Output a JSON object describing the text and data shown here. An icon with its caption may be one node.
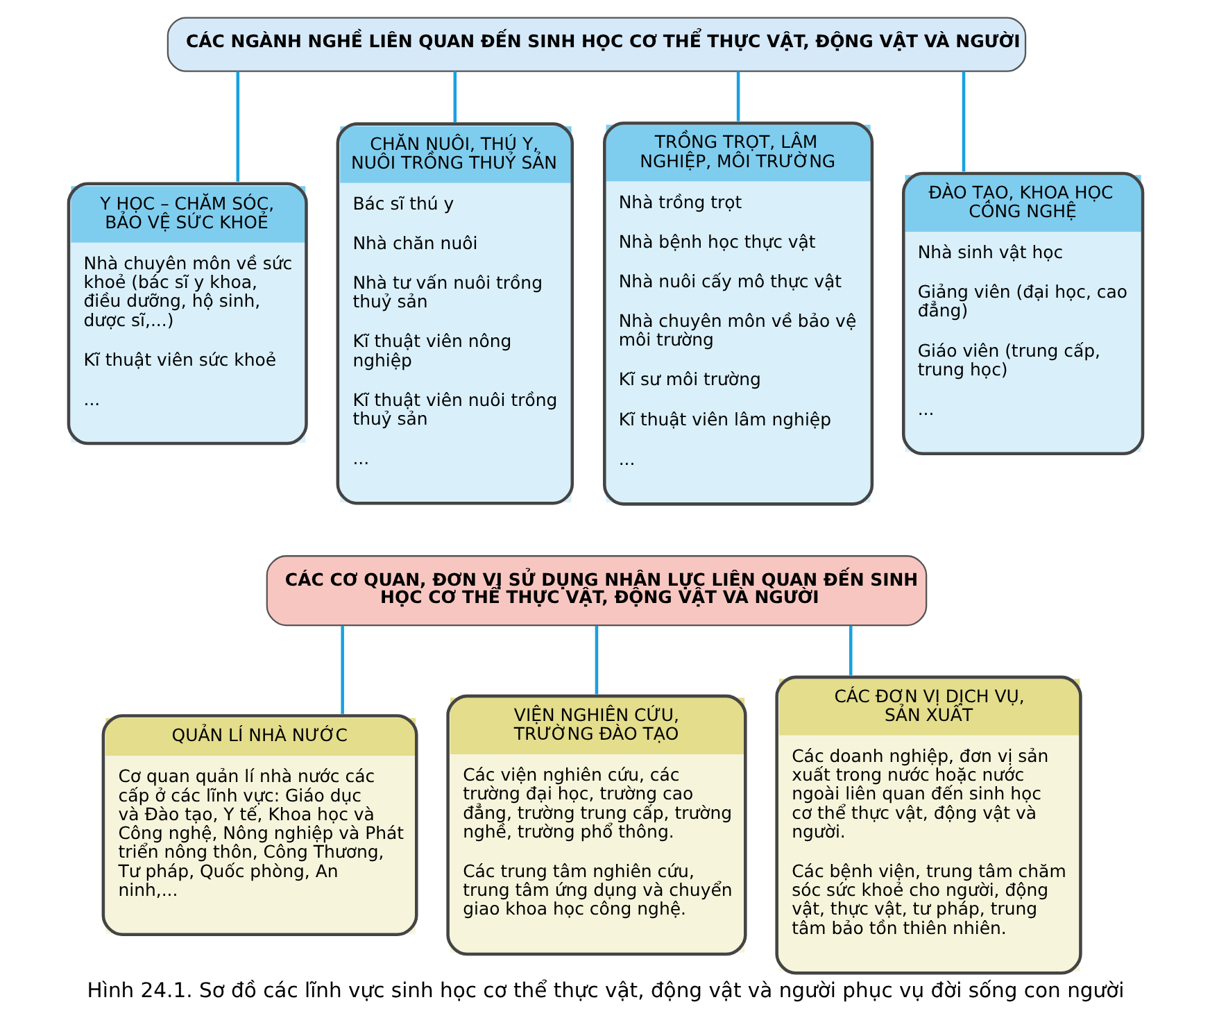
{
  "diagram": {
    "caption": "Hình 24.1. Sơ đồ các lĩnh vực sinh học cơ thể thực vật, động vật và người phục vụ đời sống con người",
    "nodes": [
      {
        "text": [
          "CÁC NGÀNH NGHỀ LIÊN QUAN ĐẾN SINH HỌC CƠ THỂ THỰC VẬT, ĐỘNG VẬT VÀ NGƯỜI"
        ]
      },
      {
        "text": [
          "Y HỌC – CHĂM SÓC, BẢO VỆ SỨC KHOẺ",
          "Nhà chuyên môn về sức khoẻ (bác sĩ y khoa, điều dưỡng, hộ sinh, dược sĩ,...)",
          "Kĩ thuật viên sức khoẻ",
          "..."
        ]
      },
      {
        "text": [
          "CHĂN NUÔI, THÚ Y, NUÔI TRỒNG THUỶ SẢN",
          "Bác sĩ thú y",
          "Nhà chăn nuôi",
          "Nhà tư vấn nuôi trồng thuỷ sản",
          "Kĩ thuật viên nông nghiệp",
          "Kĩ thuật viên nuôi trồng thuỷ sản",
          "..."
        ]
      },
      {
        "text": [
          "TRỒNG TRỌT, LÂM NGHIỆP, MÔI TRƯỜNG",
          "Nhà trồng trọt",
          "Nhà bệnh học thực vật",
          "Nhà nuôi cấy mô thực vật",
          "Nhà chuyên môn về bảo vệ môi trường",
          "Kĩ sư môi trường",
          "Kĩ thuật viên lâm nghiệp",
          "..."
        ]
      },
      {
        "text": [
          "ĐÀO TẠO, KHOA HỌC CÔNG NGHỆ",
          "Nhà sinh vật học",
          "Giảng viên (đại học, cao đẳng)",
          "Giáo viên (trung cấp, trung học)",
          "..."
        ]
      },
      {
        "text": [
          "CÁC CƠ QUAN, ĐƠN VỊ SỬ DỤNG NHÂN LỰC LIÊN QUAN ĐẾN SINH HỌC CƠ THỂ THỰC VẬT, ĐỘNG VẬT VÀ NGƯỜI"
        ]
      },
      {
        "text": [
          "QUẢN LÍ NHÀ NƯỚC",
          "Cơ quan quản lí nhà nước các cấp ở các lĩnh vực: Giáo dục và Đào tạo, Y tế, Khoa học và Công nghệ, Nông nghiệp và Phát triển nông thôn, Công Thương, Tư pháp, Quốc phòng, An ninh,..."
        ]
      },
      {
        "text": [
          "VIỆN NGHIÊN CỨU, TRƯỜNG ĐÀO TẠO",
          "Các viện nghiên cứu, các trường đại học, trường cao đẳng, trường trung cấp, trường nghề, trường phổ thông.",
          "Các trung tâm nghiên cứu, trung tâm ứng dụng và chuyển giao khoa học công nghệ."
        ]
      },
      {
        "text": [
          "CÁC ĐƠN VỊ DỊCH VỤ, SẢN XUẤT",
          "Các doanh nghiệp, đơn vị sản xuất trong nước hoặc nước ngoài liên quan đến sinh học cơ thể thực vật, động vật và người.",
          "Các bệnh viện, trung tâm chăm sóc sức khoẻ cho người, động vật, thực vật, tư pháp, trung tâm bảo tồn thiên nhiên."
        ]
      }
    ],
    "edges": [
      {
        "from": 0,
        "to": 1,
        "arrow": "none"
      },
      {
        "from": 0,
        "to": 2,
        "arrow": "none"
      },
      {
        "from": 0,
        "to": 3,
        "arrow": "none"
      },
      {
        "from": 0,
        "to": 4,
        "arrow": "none"
      },
      {
        "from": 5,
        "to": 6,
        "arrow": "none"
      },
      {
        "from": 5,
        "to": 7,
        "arrow": "none"
      },
      {
        "from": 5,
        "to": 8,
        "arrow": "none"
      }
    ]
  }
}
